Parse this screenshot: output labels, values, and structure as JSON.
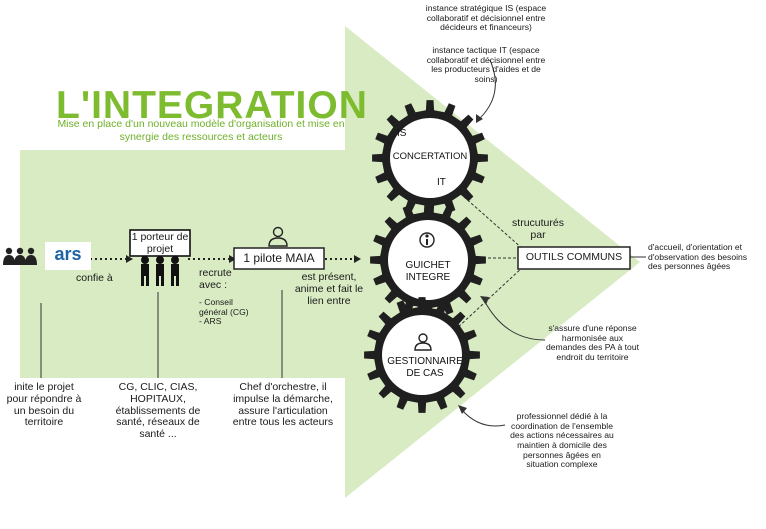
{
  "title": "L'INTEGRATION",
  "subtitle": "Mise en place d'un nouveau modèle d'organisation et mise en synergie des ressources et acteurs",
  "colors": {
    "arrow_fill": "#d9ebc3",
    "title_green": "#7dbb2f",
    "gear_dark": "#1f1f1f"
  },
  "ars": {
    "label": "ars",
    "action": "confie à",
    "note": "inite le projet pour répondre à un besoin du territoire"
  },
  "porteur": {
    "label": "1 porteur de projet",
    "action": "recrute avec :",
    "list": "- Conseil général (CG)\n- ARS",
    "note": "CG, CLIC, CIAS, HOPITAUX, établissements de santé, réseaux de santé ..."
  },
  "pilote": {
    "label": "1 pilote MAIA",
    "action": "est présent, anime et fait le lien entre",
    "note": "Chef d'orchestre, il impulse la démarche, assure l'articulation entre tous les acteurs"
  },
  "gears": {
    "concertation": {
      "is": "IS",
      "label": "CONCERTATION",
      "it": "IT"
    },
    "guichet": {
      "label": "GUICHET INTEGRE"
    },
    "gestionnaire": {
      "label": "GESTIONNAIRE DE CAS"
    }
  },
  "notes": {
    "is_def": "instance stratégique IS (espace collaboratif et décisionnel entre décideurs et financeurs)",
    "it_def": "instance tactique IT (espace collaboratif et décisionnel entre les producteurs d'aides et de soins)",
    "structures_par": "strucuturés par",
    "outils": "OUTILS COMMUNS",
    "outils_def": "d'accueil, d'orientation et d'observation des besoins des personnes âgées",
    "guichet_def": "s'assure d'une réponse harmonisée aux demandes des PA à tout endroit du territoire",
    "gestionnaire_def": "professionnel dédié à la coordination de l'ensemble des actions nécessaires au maintien à domicile des personnes âgées en situation complexe"
  },
  "icons": [
    "people-group-icon",
    "ars-logo",
    "protest-people-icon",
    "person-icon",
    "gear-icon",
    "info-person-icon",
    "user-icon"
  ]
}
